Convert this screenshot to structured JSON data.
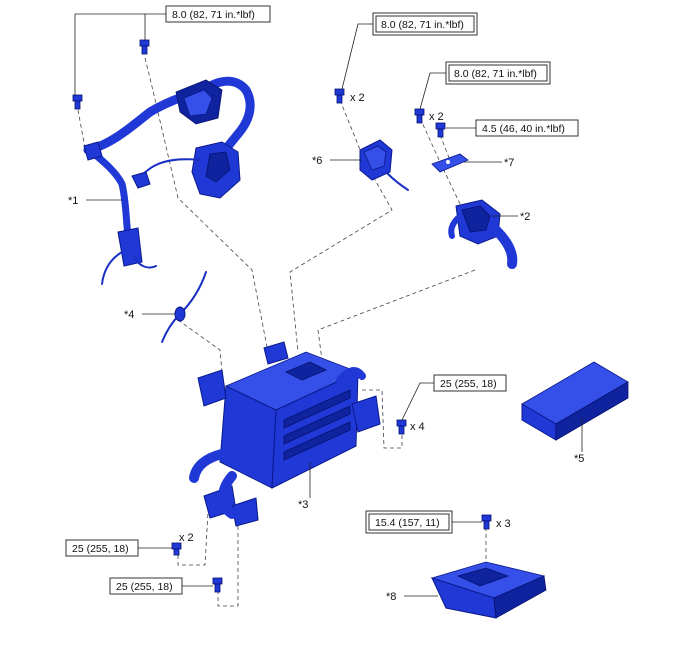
{
  "callouts": {
    "p1": "*1",
    "p2": "*2",
    "p3": "*3",
    "p4": "*4",
    "p5": "*5",
    "p6": "*6",
    "p7": "*7",
    "p8": "*8"
  },
  "torques": {
    "t_harness": "8.0 (82, 71 in.*lbf)",
    "t_p6": "8.0 (82, 71 in.*lbf)",
    "t_p2": "8.0 (82, 71 in.*lbf)",
    "t_p7": "4.5 (46, 40 in.*lbf)",
    "t_right": "25 (255, 18)",
    "t_leftA": "25 (255, 18)",
    "t_leftB": "25 (255, 18)",
    "t_p8": "15.4 (157, 11)"
  },
  "quantities": {
    "q_p6": "x 2",
    "q_p2": "x 2",
    "q_right": "x 4",
    "q_left": "x 2",
    "q_p8": "x 3"
  },
  "colors": {
    "part": "#1f38d6",
    "line": "#333333"
  }
}
